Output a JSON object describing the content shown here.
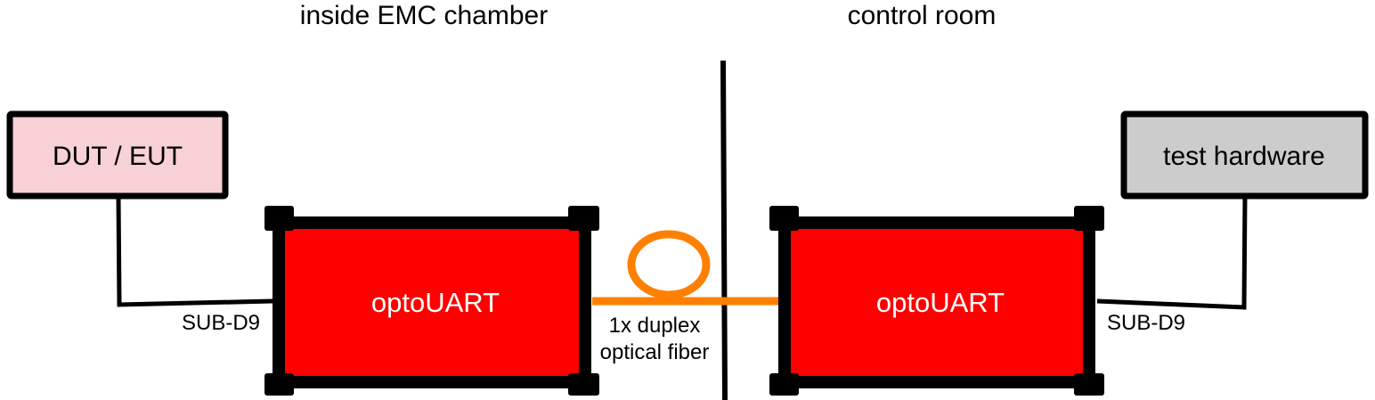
{
  "zones": {
    "left_title": "inside EMC chamber",
    "right_title": "control room"
  },
  "devices": {
    "dut": "DUT / EUT",
    "test_hardware": "test hardware",
    "optouart_left": "optoUART",
    "optouart_right": "optoUART"
  },
  "connections": {
    "left_connector": "SUB-D9",
    "right_connector": "SUB-D9",
    "fiber_line1": "1x duplex",
    "fiber_line2": "optical fiber"
  },
  "colors": {
    "optouart_fill": "#ff0000",
    "fiber": "#ff8000",
    "dut_fill": "#f7d1d6",
    "test_hw_fill": "#cccccc"
  }
}
